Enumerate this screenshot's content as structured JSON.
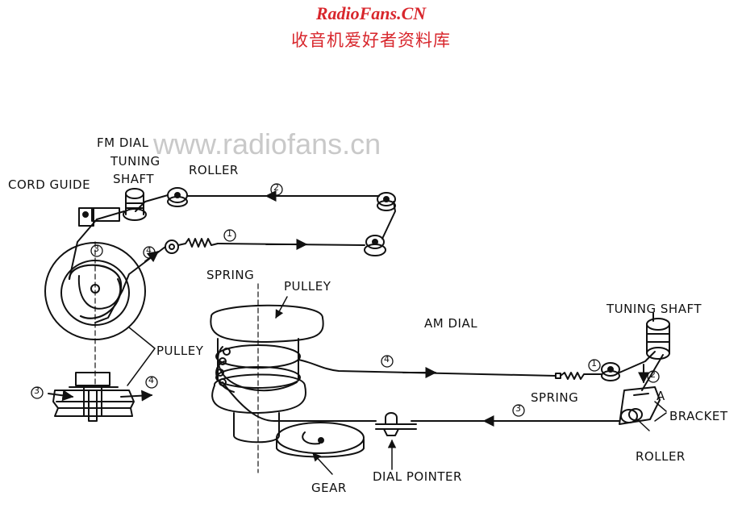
{
  "header": {
    "title": "RadioFans.CN",
    "subtitle": "收音机爱好者资料库"
  },
  "watermark": "www.radiofans.cn",
  "labels": {
    "fm_dial": "FM DIAL",
    "tuning": "TUNING",
    "shaft": "SHAFT",
    "roller_top": "ROLLER",
    "cord_guide": "CORD GUIDE",
    "spring_top": "SPRING",
    "pulley_left": "PULLEY",
    "pulley_center": "PULLEY",
    "am_dial": "AM DIAL",
    "tuning_shaft_right": "TUNING SHAFT",
    "spring_bottom": "SPRING",
    "bracket": "BRACKET",
    "roller_right": "ROLLER",
    "dial_pointer": "DIAL POINTER",
    "gear": "GEAR",
    "bracket_a": "A"
  },
  "markers": {
    "m1_top": "1",
    "m2_top": "2",
    "m3_fm": "3",
    "m4_fm": "4",
    "m3_left": "3",
    "m4_left": "4",
    "m4_am": "4",
    "m1_am": "1",
    "m2_am": "2",
    "m3_am": "3"
  },
  "colors": {
    "header": "#d8262c",
    "ink": "#111111",
    "watermark": "#c9c9c9"
  }
}
